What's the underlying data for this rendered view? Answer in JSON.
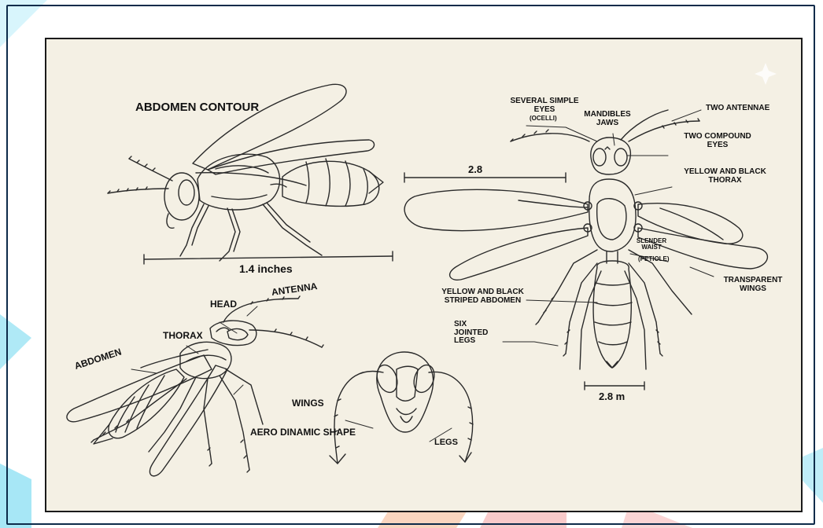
{
  "colors": {
    "frame": "#0d2b4a",
    "paper": "#f4f0e4",
    "ink": "#2a2a2a",
    "watermark_cyan": "#5fd3ee",
    "watermark_orange": "#f4b38a",
    "watermark_red": "#f08a8a"
  },
  "labels": {
    "abdomen_contour": "ABDOMEN CONTOUR",
    "size_side": "1.4 inches",
    "head": "HEAD",
    "antenna": "ANTENNA",
    "thorax": "THORAX",
    "abdomen": "ABDOMEN",
    "wings": "WINGS",
    "aero_shape": "AERO DINAMIC SHAPE",
    "legs": "LEGS",
    "size_top": "2.8",
    "several_simple_eyes": "SEVERAL SIMPLE EYES",
    "ocelli": "(OCELLI)",
    "mandibles_jaws": "MANDIBLES JAWS",
    "two_antennae": "TWO ANTENNAE",
    "two_compound_eyes": "TWO COMPOUND EYES",
    "yellow_black_thorax": "YELLOW AND BLACK THORAX",
    "slender_waist": "SLENDER WAIST",
    "petiole": "(PETIOLE)",
    "transparent_wings": "TRANSPARENT WINGS",
    "striped_abdomen": "YELLOW AND BLACK STRIPED ABDOMEN",
    "six_jointed_legs": "SIX JOINTED LEGS",
    "size_bottom": "2.8 m"
  }
}
